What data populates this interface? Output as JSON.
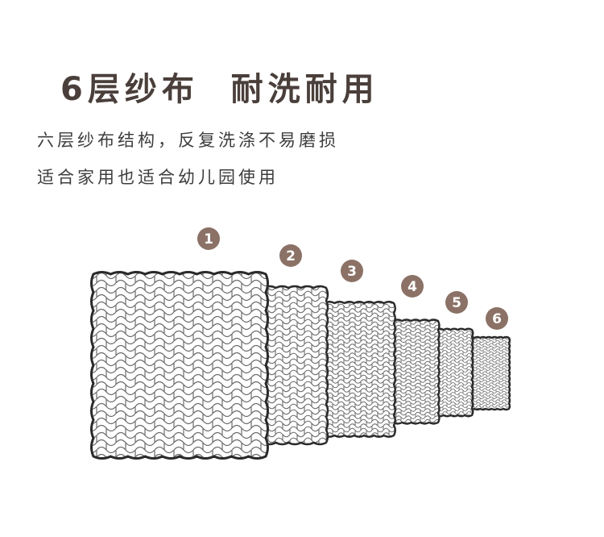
{
  "headline": "6层纱布  耐洗耐用",
  "description": [
    "六层纱布结构，反复洗涤不易磨损",
    "适合家用也适合幼儿园使用"
  ],
  "layers": [
    {
      "number": "1"
    },
    {
      "number": "2"
    },
    {
      "number": "3"
    },
    {
      "number": "4"
    },
    {
      "number": "5"
    },
    {
      "number": "6"
    }
  ],
  "colors": {
    "badge": "#8b7166",
    "headline": "#4a3f3a",
    "outline": "#2a2a2a",
    "weave": "#6a6a6a"
  }
}
